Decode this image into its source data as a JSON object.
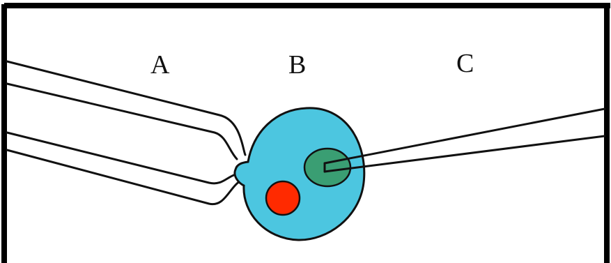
{
  "labels": {
    "a": "A",
    "b": "B",
    "c": "C"
  },
  "colors": {
    "cell_fill": "#4cc6e0",
    "nucleus_red": "#ff2a00",
    "nucleus_green": "#3a9e73",
    "outline": "#111111",
    "frame": "#000000",
    "background": "#ffffff"
  },
  "icons": {
    "holding_pipette": "holding-pipette-icon",
    "cell": "egg-cell-icon",
    "injection_needle": "injection-needle-icon"
  }
}
